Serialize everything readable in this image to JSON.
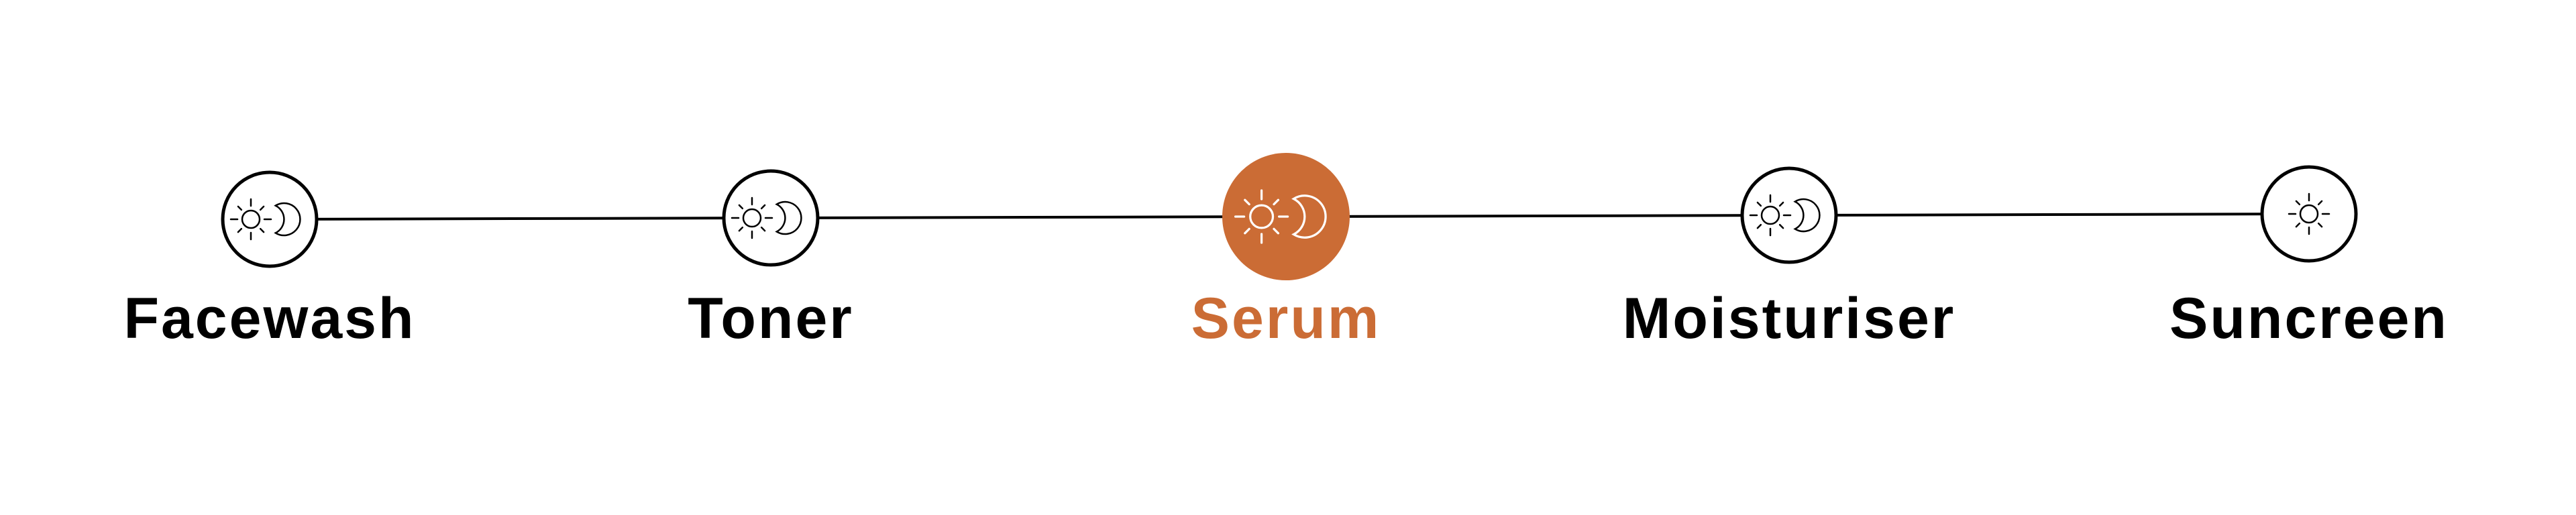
{
  "accent_color": "#CB6C35",
  "steps": [
    {
      "label": "Facewash",
      "icons": [
        "sun-icon",
        "moon-icon"
      ],
      "active": false
    },
    {
      "label": "Toner",
      "icons": [
        "sun-icon",
        "moon-icon"
      ],
      "active": false
    },
    {
      "label": "Serum",
      "icons": [
        "sun-icon",
        "moon-icon"
      ],
      "active": true
    },
    {
      "label": "Moisturiser",
      "icons": [
        "sun-icon",
        "moon-icon"
      ],
      "active": false
    },
    {
      "label": "Suncreen",
      "icons": [
        "sun-icon"
      ],
      "active": false
    }
  ]
}
